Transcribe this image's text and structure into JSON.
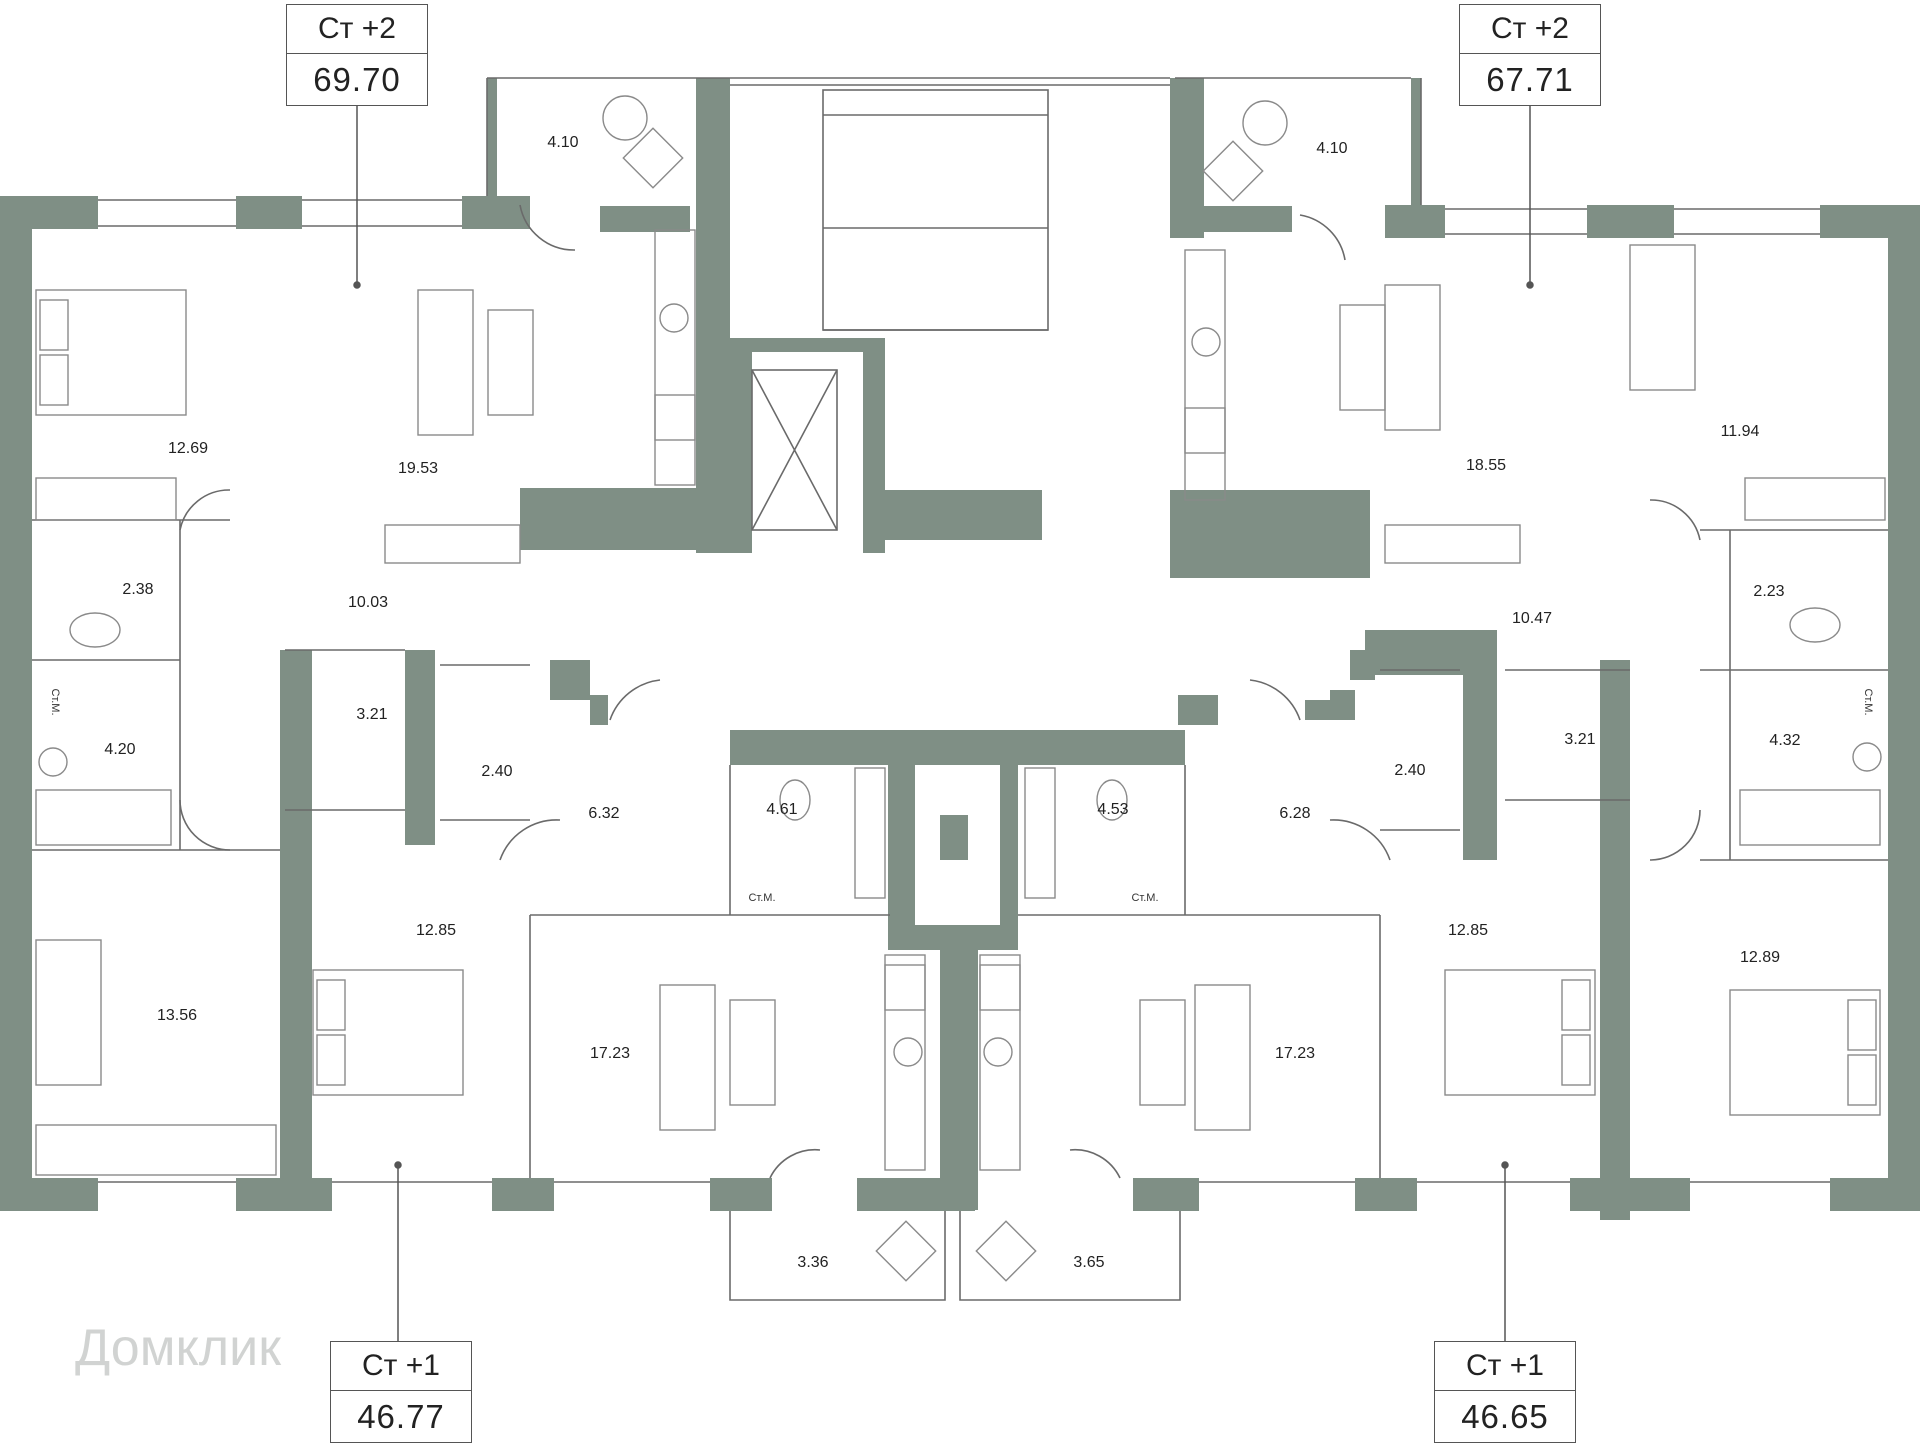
{
  "colors": {
    "wall": "#7f8f85",
    "line": "#6a6a6a",
    "furniture": "#8a8a8a"
  },
  "apartments": [
    {
      "type": "Ст +2",
      "area": "69.70"
    },
    {
      "type": "Ст +2",
      "area": "67.71"
    },
    {
      "type": "Ст +1",
      "area": "46.77"
    },
    {
      "type": "Ст +1",
      "area": "46.65"
    }
  ],
  "rooms": [
    "4.10",
    "12.69",
    "19.53",
    "10.03",
    "2.38",
    "4.20",
    "3.21",
    "2.40",
    "6.32",
    "4.61",
    "13.56",
    "12.85",
    "17.23",
    "3.36",
    "4.10",
    "18.55",
    "11.94",
    "10.47",
    "2.23",
    "4.32",
    "3.21",
    "2.40",
    "6.28",
    "4.53",
    "12.85",
    "12.89",
    "17.23",
    "3.65"
  ],
  "washer_labels": [
    "Ст.М.",
    "Ст.М.",
    "Ст.М.",
    "Ст.М."
  ],
  "watermark": "Домклик",
  "icons": [
    "stair-icon",
    "elevator-icon",
    "bed-icon",
    "sofa-icon",
    "table-icon",
    "toilet-icon",
    "bathtub-icon",
    "sink-icon",
    "stove-icon",
    "armchair-icon"
  ]
}
